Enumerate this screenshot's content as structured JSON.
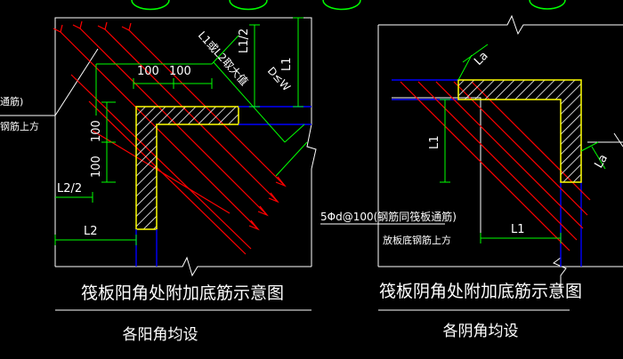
{
  "colors": {
    "background": "#000000",
    "outline": "#ffffff",
    "dimension": "#00ff00",
    "rebar": "#ff0000",
    "wall": "#ffff00",
    "slab_rebar": "#0000ff",
    "text": "#ffffff"
  },
  "left_drawing": {
    "title": "筏板阳角处附加底筋示意图",
    "subtitle": "各阳角均设",
    "callout_line1": "通筋)",
    "callout_line2": "钢筋上方",
    "dim_100_a": "100",
    "dim_100_b": "100",
    "dim_100_v1": "100",
    "dim_100_v2": "100",
    "dim_L1_half": "L1/2",
    "dim_L1": "L1",
    "dim_L2": "L2",
    "dim_L2_half": "L2/2",
    "diag_label_a": "L1或L2取大值",
    "diag_label_b": "D≤W"
  },
  "right_drawing": {
    "title": "筏板阴角处附加底筋示意图",
    "subtitle": "各阴角均设",
    "callout_line1": "5Φd@100(钢筋同筏板通筋)",
    "callout_line2": "放板底钢筋上方",
    "dim_La_top": "La",
    "dim_La_right": "La",
    "dim_L1_vert": "L1",
    "dim_L1_bottom": "L1"
  }
}
